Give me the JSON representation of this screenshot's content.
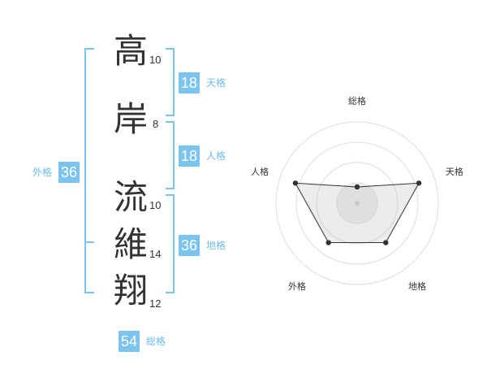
{
  "name": {
    "characters": [
      {
        "char": "高",
        "strokes": "10"
      },
      {
        "char": "岸",
        "strokes": "8"
      },
      {
        "char": "流",
        "strokes": "10"
      },
      {
        "char": "維",
        "strokes": "14"
      },
      {
        "char": "翔",
        "strokes": "12"
      }
    ]
  },
  "scores": {
    "tenkaku": {
      "value": "18",
      "label": "天格"
    },
    "jinkaku": {
      "value": "18",
      "label": "人格"
    },
    "chikaku": {
      "value": "36",
      "label": "地格"
    },
    "gaikaku": {
      "value": "36",
      "label": "外格"
    },
    "soukaku": {
      "value": "54",
      "label": "総格"
    }
  },
  "colors": {
    "accent": "#7cc4f0",
    "text": "#333333"
  },
  "chart_data": {
    "type": "radar",
    "axes": [
      "総格",
      "天格",
      "地格",
      "外格",
      "人格"
    ],
    "values": [
      1,
      4,
      3,
      3,
      4
    ],
    "max": 5,
    "rings": 4
  }
}
